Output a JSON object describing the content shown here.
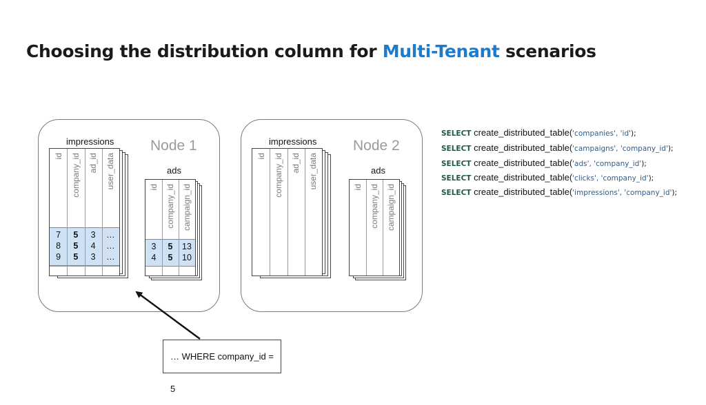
{
  "title": {
    "prefix": "Choosing the distribution column for ",
    "accent": "Multi-Tenant",
    "suffix": " scenarios"
  },
  "nodes": [
    {
      "label": "Node 1",
      "impressions": {
        "name": "impressions",
        "columns": [
          "id",
          "company_id",
          "ad_id",
          "user_data"
        ],
        "rows": [
          [
            "7",
            "5",
            "3",
            "…"
          ],
          [
            "8",
            "5",
            "4",
            "…"
          ],
          [
            "9",
            "5",
            "3",
            "…"
          ]
        ]
      },
      "ads": {
        "name": "ads",
        "columns": [
          "id",
          "company_id",
          "campaign_id"
        ],
        "rows": [
          [
            "3",
            "5",
            "13"
          ],
          [
            "4",
            "5",
            "10"
          ]
        ]
      }
    },
    {
      "label": "Node 2",
      "impressions": {
        "name": "impressions",
        "columns": [
          "id",
          "company_id",
          "ad_id",
          "user_data"
        ],
        "rows": []
      },
      "ads": {
        "name": "ads",
        "columns": [
          "id",
          "company_id",
          "campaign_id"
        ],
        "rows": []
      }
    }
  ],
  "code_lines": [
    {
      "kw": "SELECT",
      "fn": " create_distributed_table(",
      "args": "'companies', 'id'",
      "end": ");"
    },
    {
      "kw": "SELECT",
      "fn": " create_distributed_table(",
      "args": "'campaigns', 'company_id'",
      "end": ");"
    },
    {
      "kw": "SELECT",
      "fn": " create_distributed_table(",
      "args": "'ads', 'company_id'",
      "end": ");"
    },
    {
      "kw": "SELECT",
      "fn": " create_distributed_table(",
      "args": "'clicks', 'company_id'",
      "end": ");"
    },
    {
      "kw": "SELECT",
      "fn": " create_distributed_table(",
      "args": "'impressions', 'company_id'",
      "end": ");"
    }
  ],
  "query": "… WHERE company_id = 5",
  "colors": {
    "accent": "#1f7ac9",
    "highlight": "#cfe2f5",
    "keyword": "#1f5a3f",
    "string": "#2f5c8a"
  }
}
